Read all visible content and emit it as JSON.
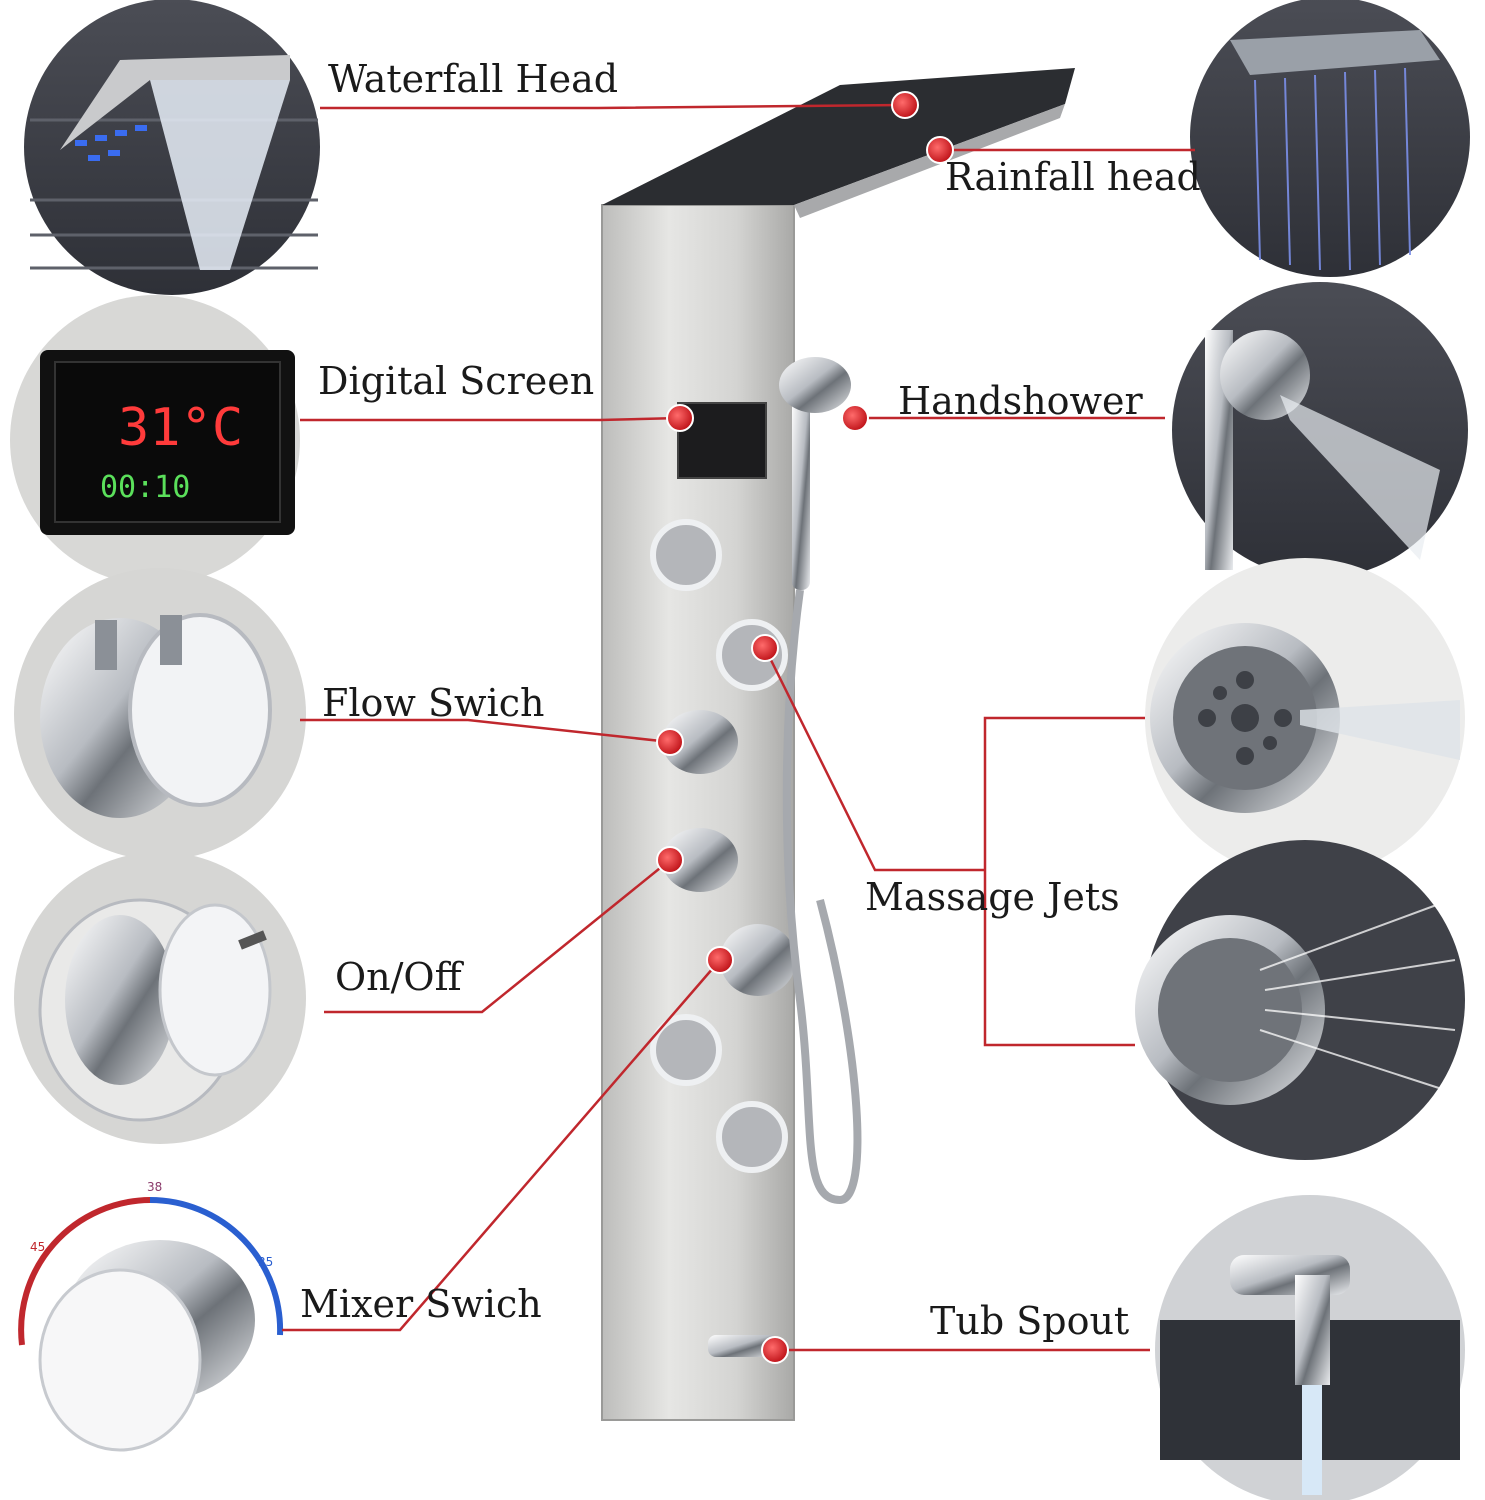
{
  "colors": {
    "leader": "#c0272d",
    "panel": "#d9d9d7",
    "label": "#1a1a1a",
    "led_blue": "#3a6cf0",
    "lcd_red": "#ff3b3b",
    "lcd_green": "#5be05b"
  },
  "labels": {
    "waterfall_head": "Waterfall Head",
    "rainfall_head": "Rainfall head",
    "digital_screen": "Digital Screen",
    "handshower": "Handshower",
    "flow_switch": "Flow Swich",
    "massage_jets": "Massage Jets",
    "on_off": "On/Off",
    "mixer_switch": "Mixer Swich",
    "tub_spout": "Tub Spout"
  },
  "screen": {
    "temperature": "31°C",
    "time": "00:10"
  },
  "dial_scale": {
    "left": "45",
    "top": "38",
    "right": "35"
  }
}
